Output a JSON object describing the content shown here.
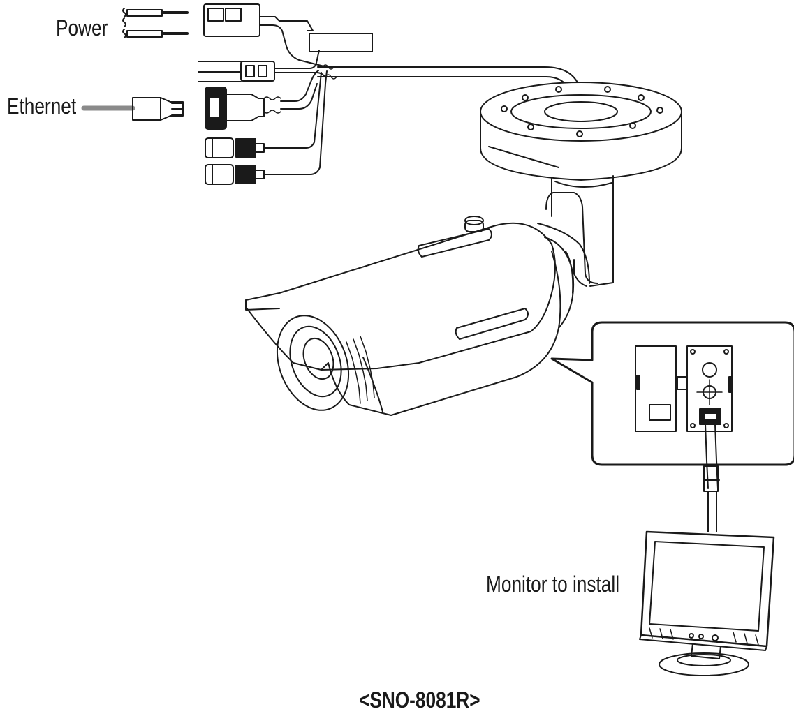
{
  "labels": {
    "power": "Power",
    "ethernet": "Ethernet",
    "monitor": "Monitor to install",
    "model": "<SNO-8081R>"
  },
  "icons": [
    "power-cable-icon",
    "ethernet-plug-icon",
    "bullet-camera-icon",
    "mount-base-icon",
    "video-out-callout-icon",
    "monitor-icon"
  ],
  "colors": {
    "line": "#1a1a1a",
    "ethernet_cable": "#8a8a8a",
    "background": "#ffffff"
  }
}
